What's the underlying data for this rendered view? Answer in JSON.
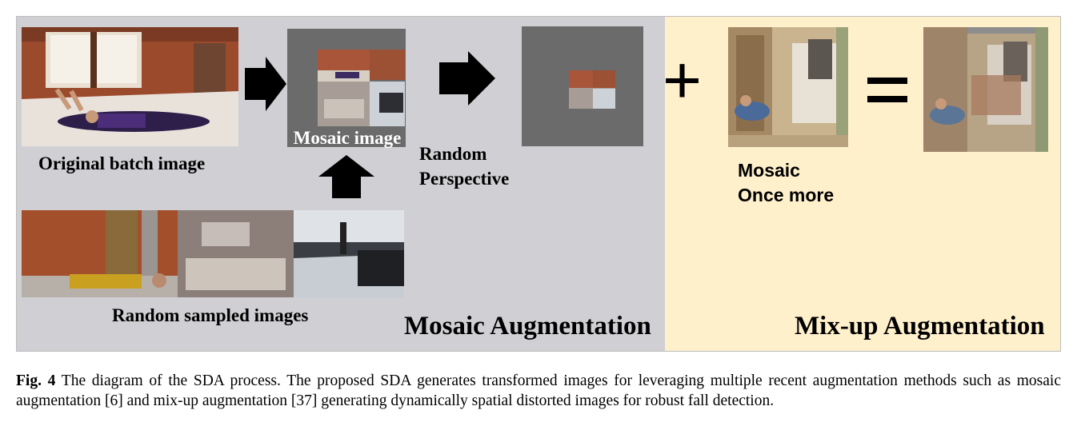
{
  "mosaic_section": {
    "original_label": "Original batch image",
    "mosaic_label": "Mosaic image",
    "random_sampled_label": "Random sampled images",
    "perspective_label_line1": "Random",
    "perspective_label_line2": "Perspective",
    "section_title": "Mosaic Augmentation"
  },
  "mixup_section": {
    "plus_symbol": "+",
    "equals_symbol": "=",
    "mosaic_once_line1": "Mosaic",
    "mosaic_once_line2": "Once more",
    "section_title": "Mix-up Augmentation"
  },
  "caption": {
    "label": "Fig. 4",
    "text": "The diagram of the SDA process. The proposed SDA generates transformed images for leveraging multiple recent augmentation methods such as mosaic augmentation [6] and mix-up augmentation [37] generating dynamically spatial distorted images for robust fall detection."
  },
  "colors": {
    "mosaic_panel_bg": "#d0cfd3",
    "mixup_panel_bg": "#fff0cc",
    "gray_canvas": "#6b6b6b",
    "arrow": "#000000"
  }
}
